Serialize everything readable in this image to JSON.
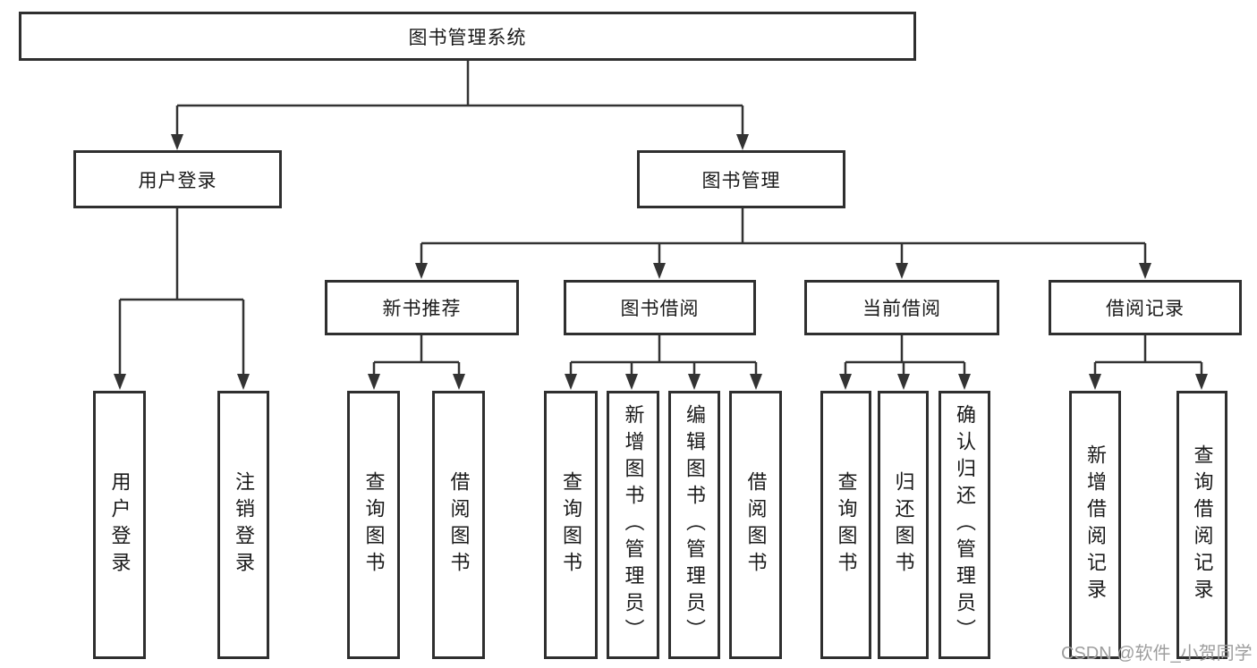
{
  "diagram": {
    "title": "图书管理系统",
    "root": {
      "label": "图书管理系统"
    },
    "level2": [
      {
        "label": "用户登录"
      },
      {
        "label": "图书管理"
      }
    ],
    "level3": [
      {
        "label": "新书推荐"
      },
      {
        "label": "图书借阅"
      },
      {
        "label": "当前借阅"
      },
      {
        "label": "借阅记录"
      }
    ],
    "leaves": [
      {
        "label": "用户登录",
        "parent": "用户登录"
      },
      {
        "label": "注销登录",
        "parent": "用户登录"
      },
      {
        "label": "查询图书",
        "parent": "新书推荐"
      },
      {
        "label": "借阅图书",
        "parent": "新书推荐"
      },
      {
        "label": "查询图书",
        "parent": "图书借阅"
      },
      {
        "label": "新增图书（管理员）",
        "parent": "图书借阅"
      },
      {
        "label": "编辑图书（管理员）",
        "parent": "图书借阅"
      },
      {
        "label": "借阅图书",
        "parent": "图书借阅"
      },
      {
        "label": "查询图书",
        "parent": "当前借阅"
      },
      {
        "label": "归还图书",
        "parent": "当前借阅"
      },
      {
        "label": "确认归还（管理员）",
        "parent": "当前借阅"
      },
      {
        "label": "新增借阅记录",
        "parent": "借阅记录"
      },
      {
        "label": "查询借阅记录",
        "parent": "借阅记录"
      }
    ]
  },
  "watermark": {
    "text": "CSDN @软件_小贺同学"
  },
  "colors": {
    "background": "#ffffff",
    "box_border": "#2f2f2f",
    "connector_line": "#333333",
    "text": "#1a1a1a",
    "watermark": "#9e9e9e"
  }
}
